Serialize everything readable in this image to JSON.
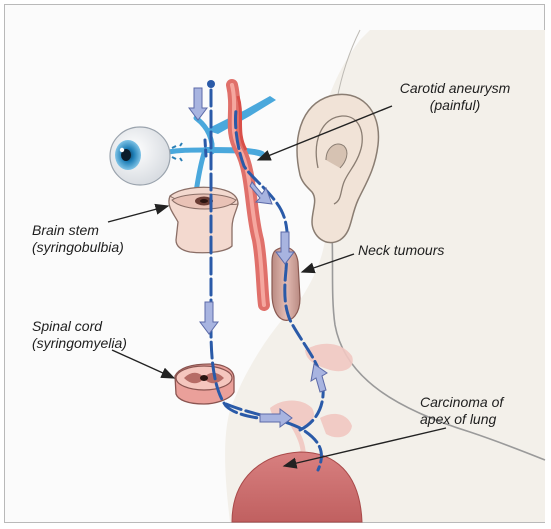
{
  "labels": {
    "carotid_aneurysm": {
      "line1": "Carotid aneurysm",
      "line2": "(painful)"
    },
    "brain_stem": {
      "line1": "Brain stem",
      "line2": "(syringobulbia)"
    },
    "neck_tumours": {
      "line1": "Neck tumours"
    },
    "spinal_cord": {
      "line1": "Spinal cord",
      "line2": "(syringomyelia)"
    },
    "carcinoma": {
      "line1": "Carcinoma of",
      "line2": "apex of lung"
    }
  },
  "icons": [
    "eye-icon",
    "brain-stem-icon",
    "spinal-cord-icon",
    "ear-icon",
    "carotid-artery-icon",
    "lung-apex-icon",
    "direction-arrow-icon"
  ],
  "colors": {
    "sympathetic_pathway": "#2a5aa8",
    "artery": "#e0706a",
    "skin": "#f2efe9",
    "tissue": "#f1c8c2",
    "vessel_blue": "#4aa8dc",
    "arrow_fill": "#a8b4e0"
  }
}
